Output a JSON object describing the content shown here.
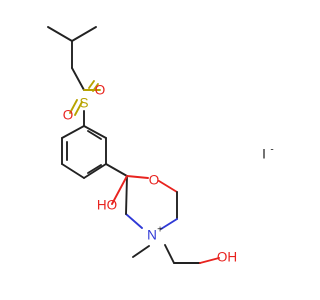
{
  "structure": {
    "atoms": {
      "oxygen_top": "O",
      "oxygen_left": "O",
      "sulfur": "S",
      "ring_oxygen": "O",
      "hydroxyl": "HO",
      "nitrogen": "N",
      "nitrogen_charge": "+",
      "terminal_hydroxyl": "OH",
      "iodide": "I",
      "iodide_charge": "-"
    }
  },
  "colors": {
    "bond": "#222222",
    "oxygen": "#e8231f",
    "nitrogen": "#2f39d6",
    "sulfur": "#b8a300",
    "iodide": "#222222"
  }
}
